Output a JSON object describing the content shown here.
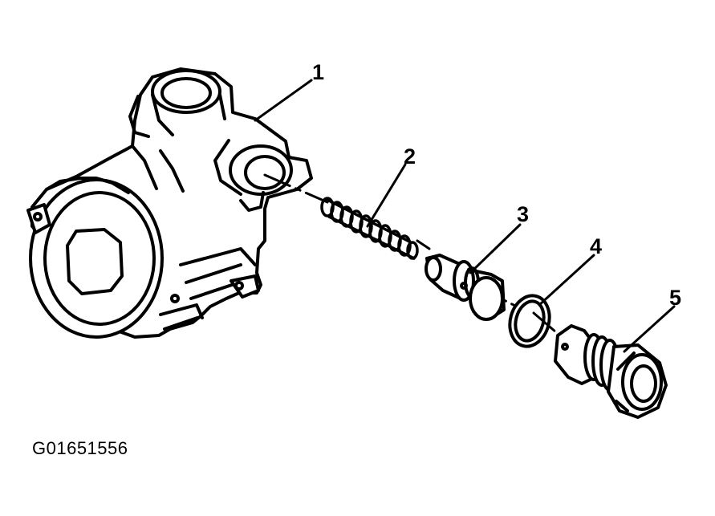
{
  "callouts": [
    "1",
    "2",
    "3",
    "4",
    "5"
  ],
  "figure_code": "G01651556"
}
